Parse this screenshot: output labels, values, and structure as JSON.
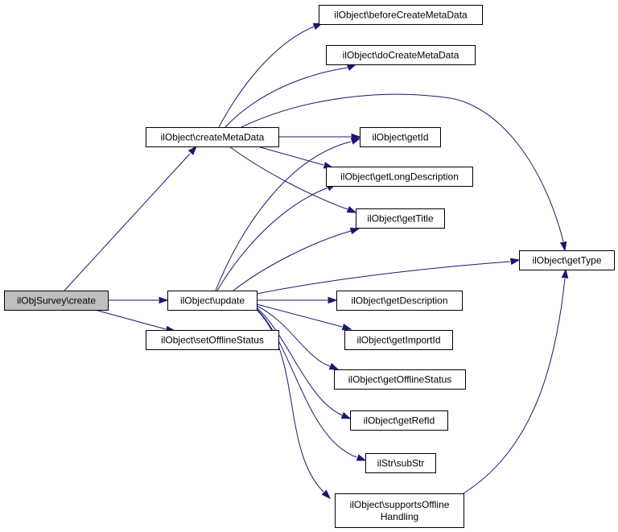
{
  "diagram": {
    "colors": {
      "edge": "#191970",
      "node_border": "#000000",
      "node_fill": "#ffffff",
      "root_fill": "#bfbfbf"
    },
    "nodes": {
      "create": {
        "lines": [
          "ilObjSurvey\\create"
        ]
      },
      "createMetaData": {
        "lines": [
          "ilObject\\createMetaData"
        ]
      },
      "update": {
        "lines": [
          "ilObject\\update"
        ]
      },
      "setOfflineStatus": {
        "lines": [
          "ilObject\\setOfflineStatus"
        ]
      },
      "beforeCreateMetaData": {
        "lines": [
          "ilObject\\beforeCreateMetaData"
        ]
      },
      "doCreateMetaData": {
        "lines": [
          "ilObject\\doCreateMetaData"
        ]
      },
      "getId": {
        "lines": [
          "ilObject\\getId"
        ]
      },
      "getLongDescription": {
        "lines": [
          "ilObject\\getLongDescription"
        ]
      },
      "getTitle": {
        "lines": [
          "ilObject\\getTitle"
        ]
      },
      "getType": {
        "lines": [
          "ilObject\\getType"
        ]
      },
      "getDescription": {
        "lines": [
          "ilObject\\getDescription"
        ]
      },
      "getImportId": {
        "lines": [
          "ilObject\\getImportId"
        ]
      },
      "getOfflineStatus": {
        "lines": [
          "ilObject\\getOfflineStatus"
        ]
      },
      "getRefId": {
        "lines": [
          "ilObject\\getRefId"
        ]
      },
      "subStr": {
        "lines": [
          "ilStr\\subStr"
        ]
      },
      "supportsOfflineHandling": {
        "lines": [
          "ilObject\\supportsOffline",
          "Handling"
        ]
      }
    },
    "edges": [
      {
        "from": "create",
        "to": "createMetaData"
      },
      {
        "from": "create",
        "to": "update"
      },
      {
        "from": "create",
        "to": "setOfflineStatus"
      },
      {
        "from": "createMetaData",
        "to": "beforeCreateMetaData"
      },
      {
        "from": "createMetaData",
        "to": "doCreateMetaData"
      },
      {
        "from": "createMetaData",
        "to": "getId"
      },
      {
        "from": "createMetaData",
        "to": "getLongDescription"
      },
      {
        "from": "createMetaData",
        "to": "getTitle"
      },
      {
        "from": "createMetaData",
        "to": "getType"
      },
      {
        "from": "update",
        "to": "getId"
      },
      {
        "from": "update",
        "to": "getLongDescription"
      },
      {
        "from": "update",
        "to": "getTitle"
      },
      {
        "from": "update",
        "to": "getType"
      },
      {
        "from": "update",
        "to": "getDescription"
      },
      {
        "from": "update",
        "to": "getImportId"
      },
      {
        "from": "update",
        "to": "getOfflineStatus"
      },
      {
        "from": "update",
        "to": "getRefId"
      },
      {
        "from": "update",
        "to": "subStr"
      },
      {
        "from": "update",
        "to": "supportsOfflineHandling"
      },
      {
        "from": "supportsOfflineHandling",
        "to": "getType"
      }
    ]
  }
}
